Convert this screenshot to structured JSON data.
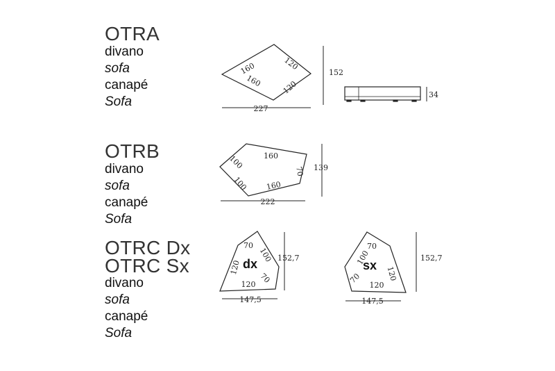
{
  "models": [
    {
      "id": "otra",
      "titles": [
        "OTRA"
      ],
      "desc": [
        "divano",
        "sofa",
        "canapé",
        "Sofa"
      ]
    },
    {
      "id": "otrb",
      "titles": [
        "OTRB"
      ],
      "desc": [
        "divano",
        "sofa",
        "canapé",
        "Sofa"
      ]
    },
    {
      "id": "otrc",
      "titles": [
        "OTRC Dx",
        "OTRC Sx"
      ],
      "desc": [
        "divano",
        "sofa",
        "canapé",
        "Sofa"
      ]
    }
  ],
  "otra": {
    "sides": [
      "160",
      "120",
      "160",
      "120"
    ],
    "width": "227",
    "depth": "152",
    "height": "34"
  },
  "otrb": {
    "sides": [
      "160",
      "100",
      "100",
      "160",
      "70"
    ],
    "width": "222",
    "depth": "139"
  },
  "otrc_dx": {
    "label": "dx",
    "sides": [
      "70",
      "100",
      "120",
      "70",
      "120"
    ],
    "width": "147,5",
    "depth": "152,7"
  },
  "otrc_sx": {
    "label": "sx",
    "sides": [
      "70",
      "100",
      "120",
      "70",
      "120"
    ],
    "width": "147,5",
    "depth": "152,7"
  }
}
